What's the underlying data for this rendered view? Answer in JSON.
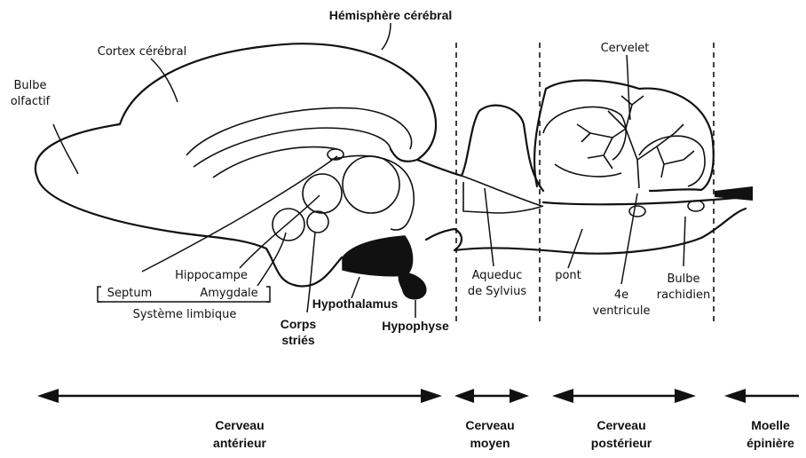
{
  "labels": {
    "hemisphere": "Hémisphère cérébral",
    "cortex": "Cortex cérébral",
    "bulbe_olfactif_1": "Bulbe",
    "bulbe_olfactif_2": "olfactif",
    "cervelet": "Cervelet",
    "hippocampe": "Hippocampe",
    "septum": "Septum",
    "amygdale": "Amygdale",
    "systeme_limbique": "Système limbique",
    "corps_1": "Corps",
    "corps_2": "striés",
    "hypothalamus": "Hypothalamus",
    "hypophyse": "Hypophyse",
    "aqueduc_1": "Aqueduc",
    "aqueduc_2": "de Sylvius",
    "pont": "pont",
    "ventricule_1": "4e",
    "ventricule_2": "ventricule",
    "bulbe_rachidien_1": "Bulbe",
    "bulbe_rachidien_2": "rachidien"
  },
  "regions": [
    {
      "line1": "Cerveau",
      "line2": "antérieur"
    },
    {
      "line1": "Cerveau",
      "line2": "moyen"
    },
    {
      "line1": "Cerveau",
      "line2": "postérieur"
    },
    {
      "line1": "Moelle",
      "line2": "épinière"
    }
  ]
}
